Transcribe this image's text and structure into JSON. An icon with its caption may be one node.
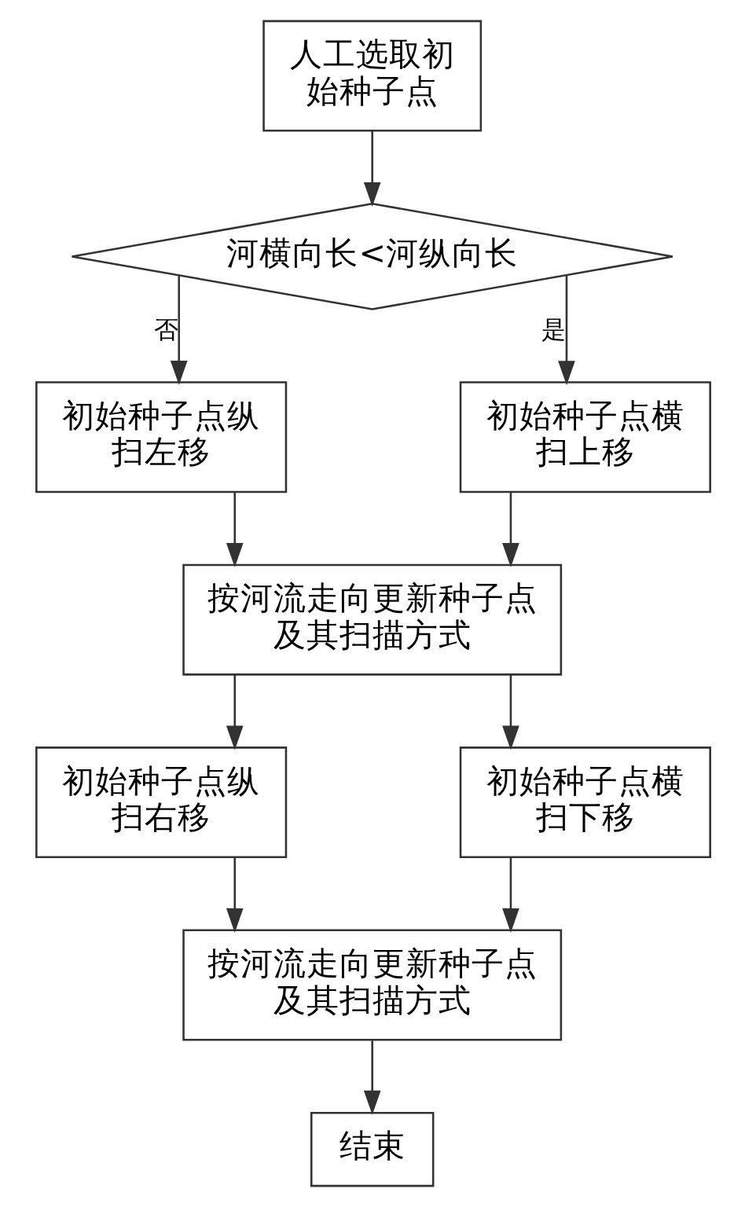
{
  "diagram": {
    "nodes": [
      {
        "text": [
          "人工选取初始种子点"
        ]
      },
      {
        "text": [
          "河横向长<河纵向长"
        ]
      },
      {
        "text": [
          "初始种子点纵扫左移"
        ]
      },
      {
        "text": [
          "初始种子点横扫上移"
        ]
      },
      {
        "text": [
          "按河流走向更新种子点及其扫描方式"
        ]
      },
      {
        "text": [
          "初始种子点纵扫右移"
        ]
      },
      {
        "text": [
          "初始种子点横扫下移"
        ]
      },
      {
        "text": [
          "按河流走向更新种子点及其扫描方式"
        ]
      },
      {
        "text": [
          "结束"
        ]
      }
    ],
    "edges": [
      {
        "from": 0,
        "to": 1,
        "arrow": "to"
      },
      {
        "from": 1,
        "to": 2,
        "arrow": "to",
        "label": "否"
      },
      {
        "from": 1,
        "to": 3,
        "arrow": "to",
        "label": "是"
      },
      {
        "from": 2,
        "to": 4,
        "arrow": "to"
      },
      {
        "from": 3,
        "to": 4,
        "arrow": "to"
      },
      {
        "from": 4,
        "to": 5,
        "arrow": "to"
      },
      {
        "from": 4,
        "to": 6,
        "arrow": "to"
      },
      {
        "from": 5,
        "to": 7,
        "arrow": "to"
      },
      {
        "from": 6,
        "to": 7,
        "arrow": "to"
      },
      {
        "from": 7,
        "to": 8,
        "arrow": "to"
      }
    ]
  }
}
